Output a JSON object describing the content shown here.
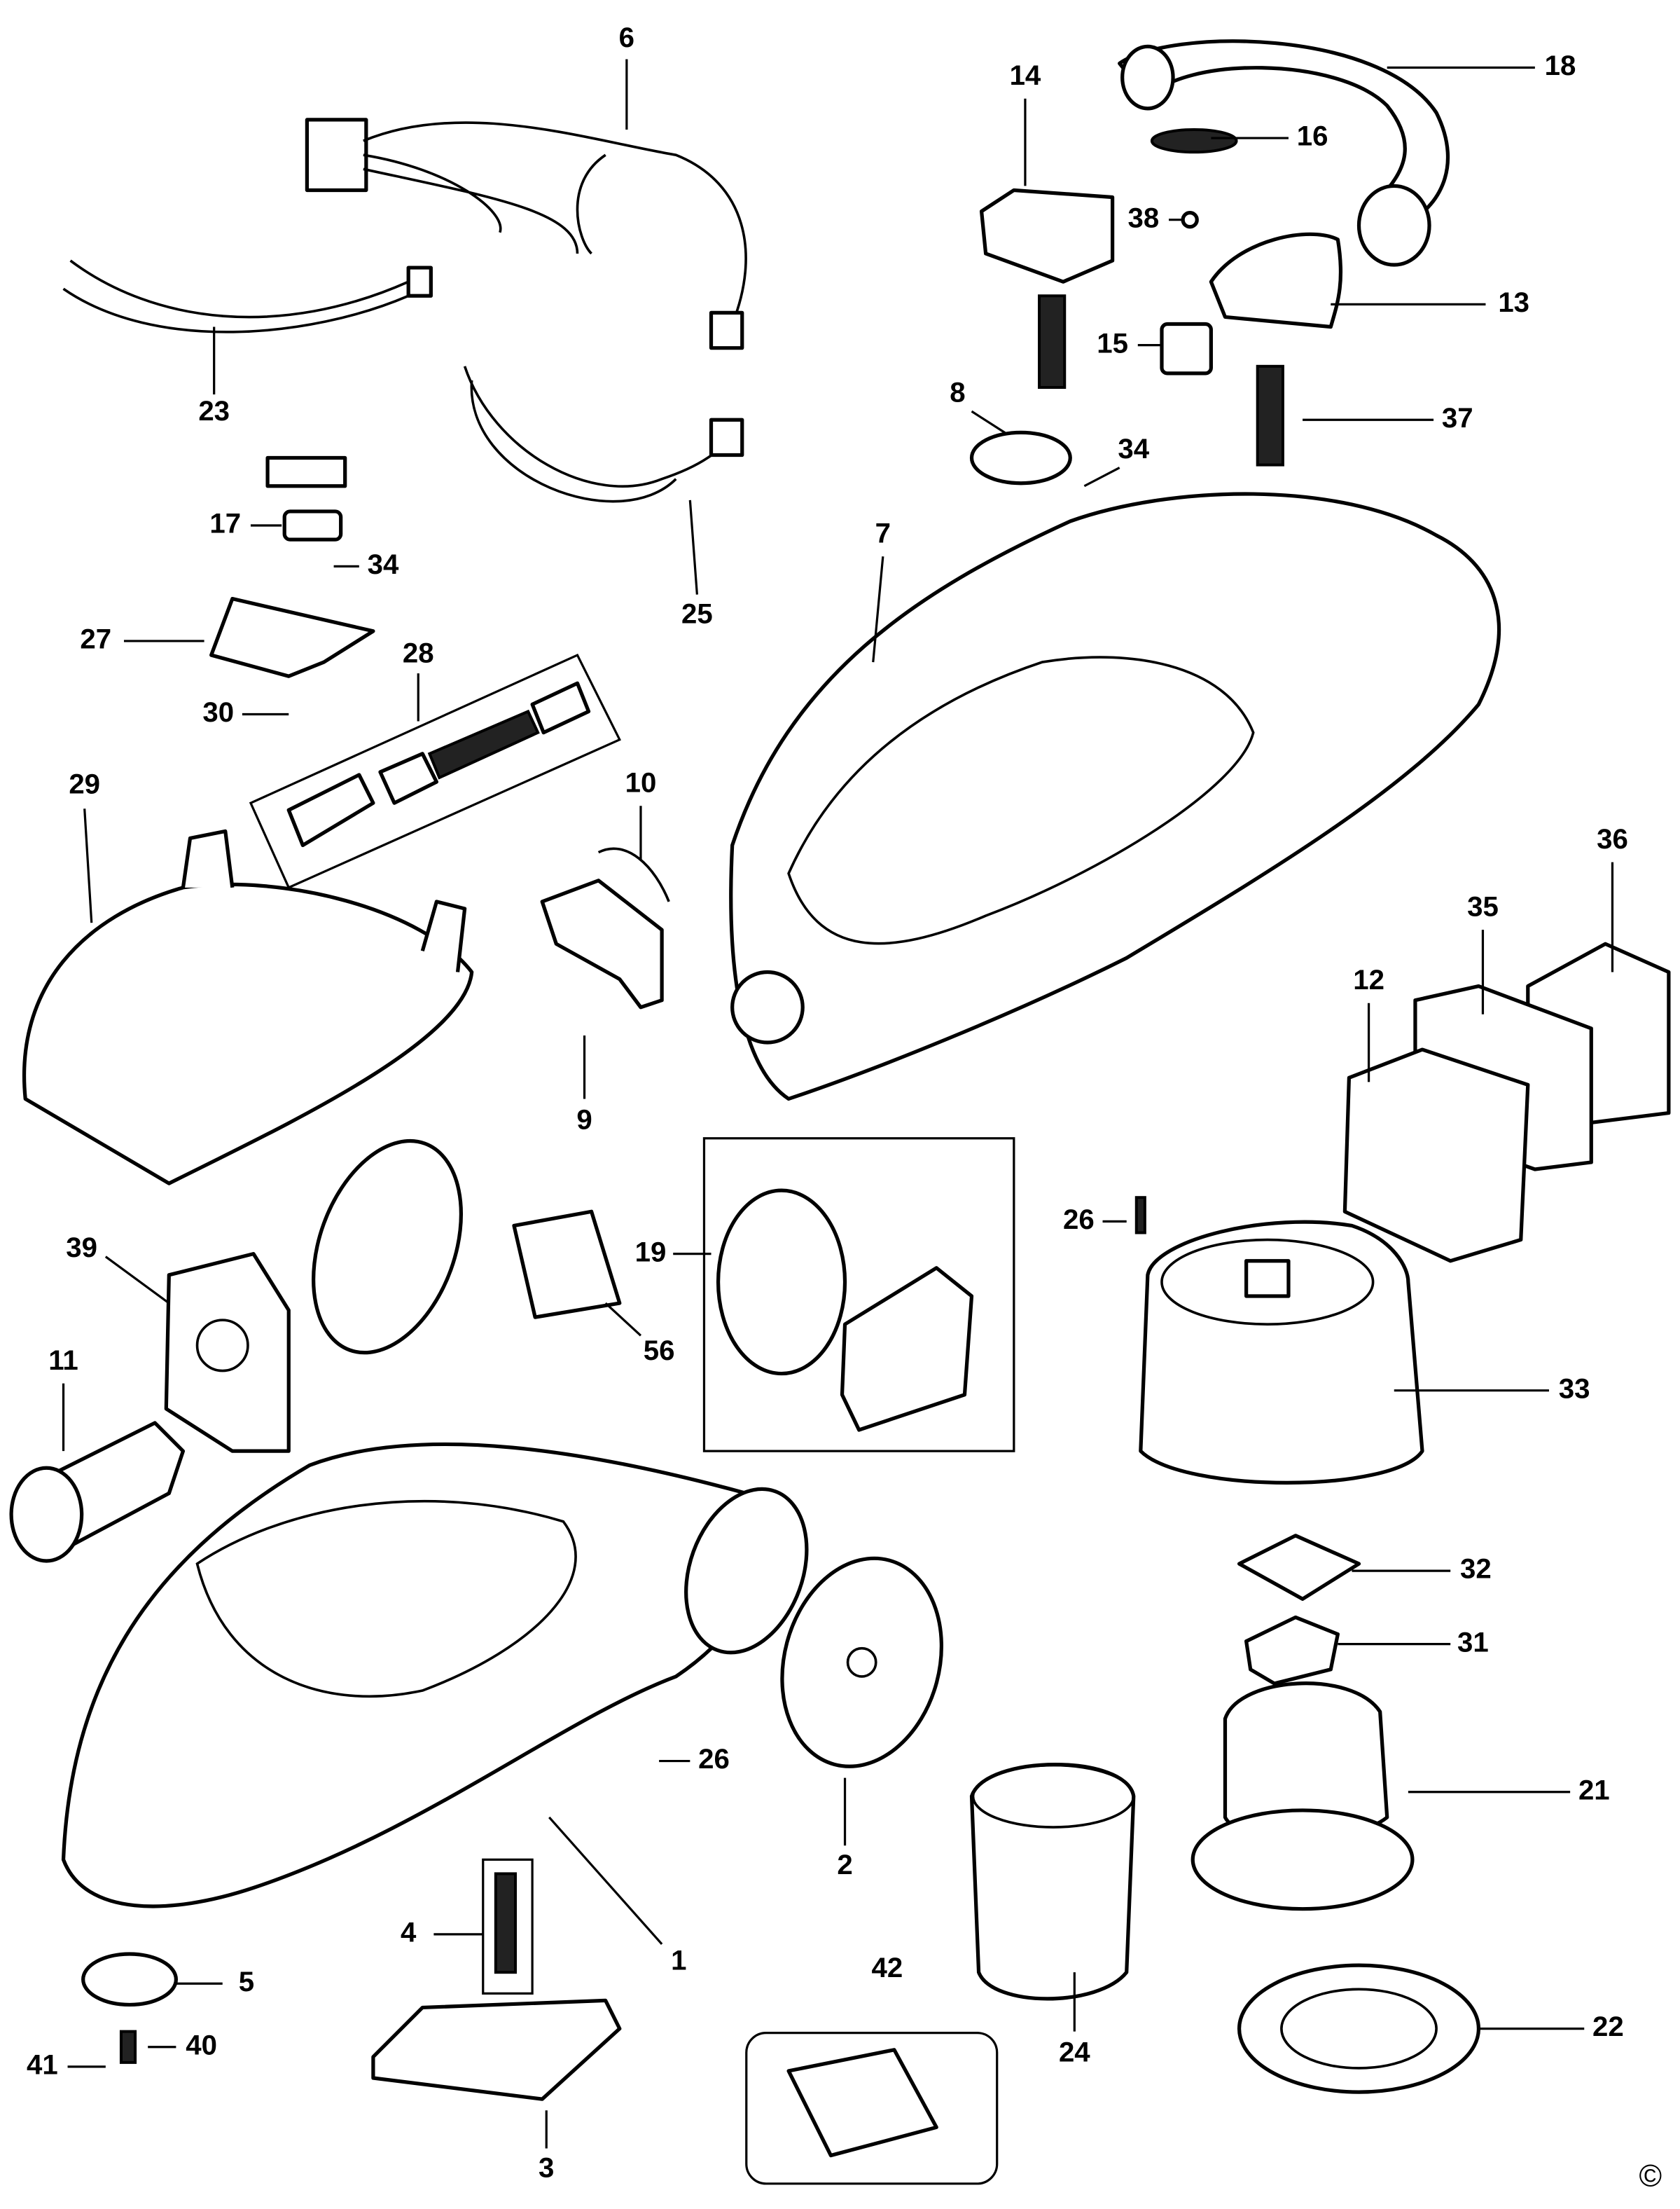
{
  "diagram": {
    "type": "exploded-parts-diagram",
    "callouts": [
      "6",
      "14",
      "18",
      "16",
      "38",
      "13",
      "15",
      "37",
      "8",
      "34",
      "7",
      "23",
      "17",
      "34",
      "25",
      "27",
      "28",
      "30",
      "29",
      "10",
      "36",
      "35",
      "12",
      "9",
      "19",
      "26",
      "39",
      "56",
      "11",
      "33",
      "32",
      "31",
      "21",
      "26",
      "2",
      "4",
      "1",
      "5",
      "42",
      "24",
      "22",
      "41",
      "40",
      "3"
    ],
    "copyright_mark": "©",
    "colors": {
      "line": "#000000",
      "background": "#ffffff"
    }
  }
}
